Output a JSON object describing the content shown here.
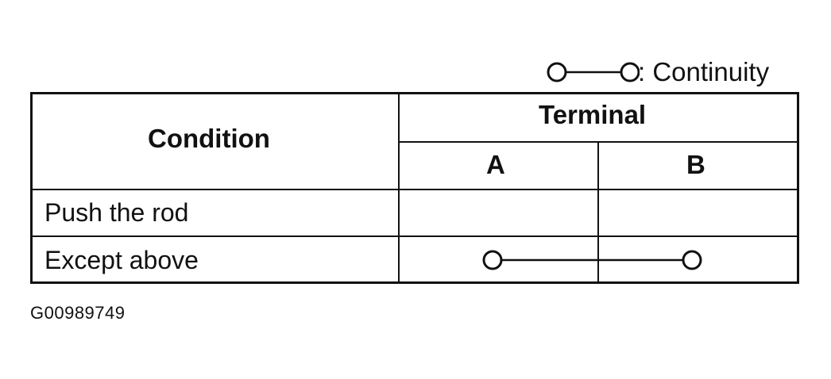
{
  "legend": {
    "text": ": Continuity",
    "symbol": "continuity-symbol"
  },
  "table": {
    "header_condition": "Condition",
    "header_terminal": "Terminal",
    "terminals": [
      "A",
      "B"
    ],
    "rows": [
      {
        "condition": "Push the rod",
        "continuity": false
      },
      {
        "condition": "Except above",
        "continuity": true
      }
    ]
  },
  "caption": "G00989749",
  "colors": {
    "line": "#111111",
    "background": "#ffffff"
  }
}
